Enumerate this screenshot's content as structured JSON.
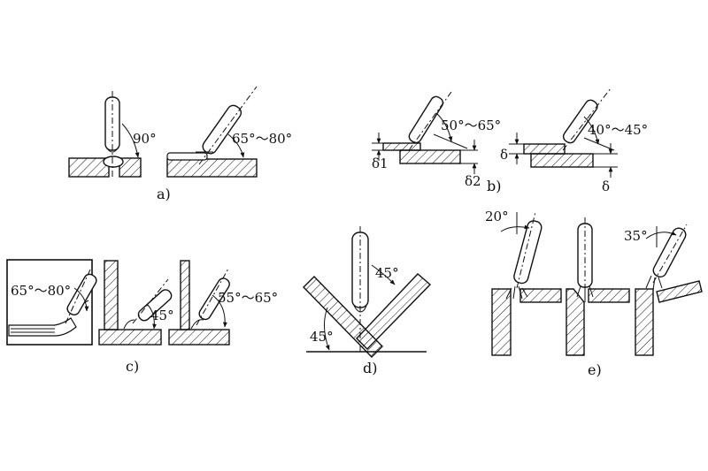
{
  "colors": {
    "ink": "#111111",
    "background": "#ffffff"
  },
  "panel_a": {
    "caption": "a)",
    "angle_vertical": "90°",
    "angle_tilted": "65°～80°"
  },
  "panel_b": {
    "caption": "b)",
    "angle_left": "50°～65°",
    "angle_right": "40°～45°",
    "thickness_1": "δ1",
    "thickness_2": "δ2",
    "thickness_a": "δ",
    "thickness_b": "δ"
  },
  "panel_c": {
    "caption": "c)",
    "angle_boxed": "65°～80°",
    "angle_middle": "45°",
    "angle_right": "55°～65°"
  },
  "panel_d": {
    "caption": "d)",
    "angle_top": "45°",
    "angle_bottom": "45°"
  },
  "panel_e": {
    "caption": "e)",
    "angle_left": "20°",
    "angle_right": "35°"
  }
}
